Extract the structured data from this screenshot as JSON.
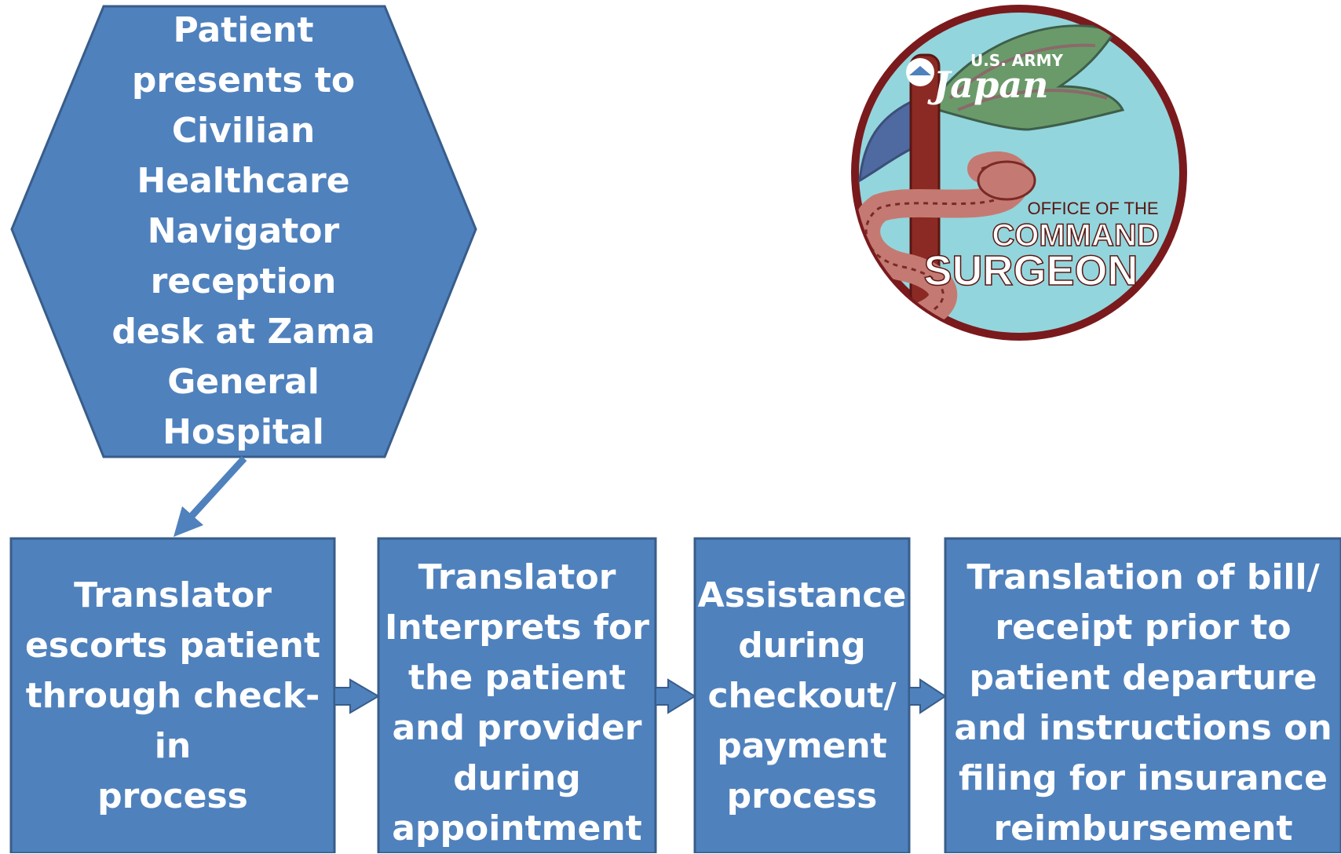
{
  "colors": {
    "shape_fill": "#4f81bd",
    "shape_stroke": "#385d8a",
    "text": "#ffffff",
    "logo_bg": "#93d5dc",
    "logo_ring": "#7a1a1d"
  },
  "start_node": {
    "text": "Patient\npresents to\nCivilian\nHealthcare\nNavigator\nreception\ndesk at Zama\nGeneral\nHospital"
  },
  "steps": [
    {
      "text": "Translator\nescorts patient\nthrough check-in\nprocess"
    },
    {
      "text": "Translator\nInterprets for\nthe patient\nand provider\nduring\nappointment"
    },
    {
      "text": "Assistance\nduring\ncheckout/\npayment\nprocess"
    },
    {
      "text": "Translation of bill/\nreceipt prior to\npatient departure\nand instructions on\nfiling for insurance\nreimbursement"
    }
  ],
  "logo": {
    "line1": "U.S. ARMY",
    "line2": "Japan",
    "line3": "OFFICE OF THE",
    "line4": "COMMAND",
    "line5": "SURGEON"
  }
}
